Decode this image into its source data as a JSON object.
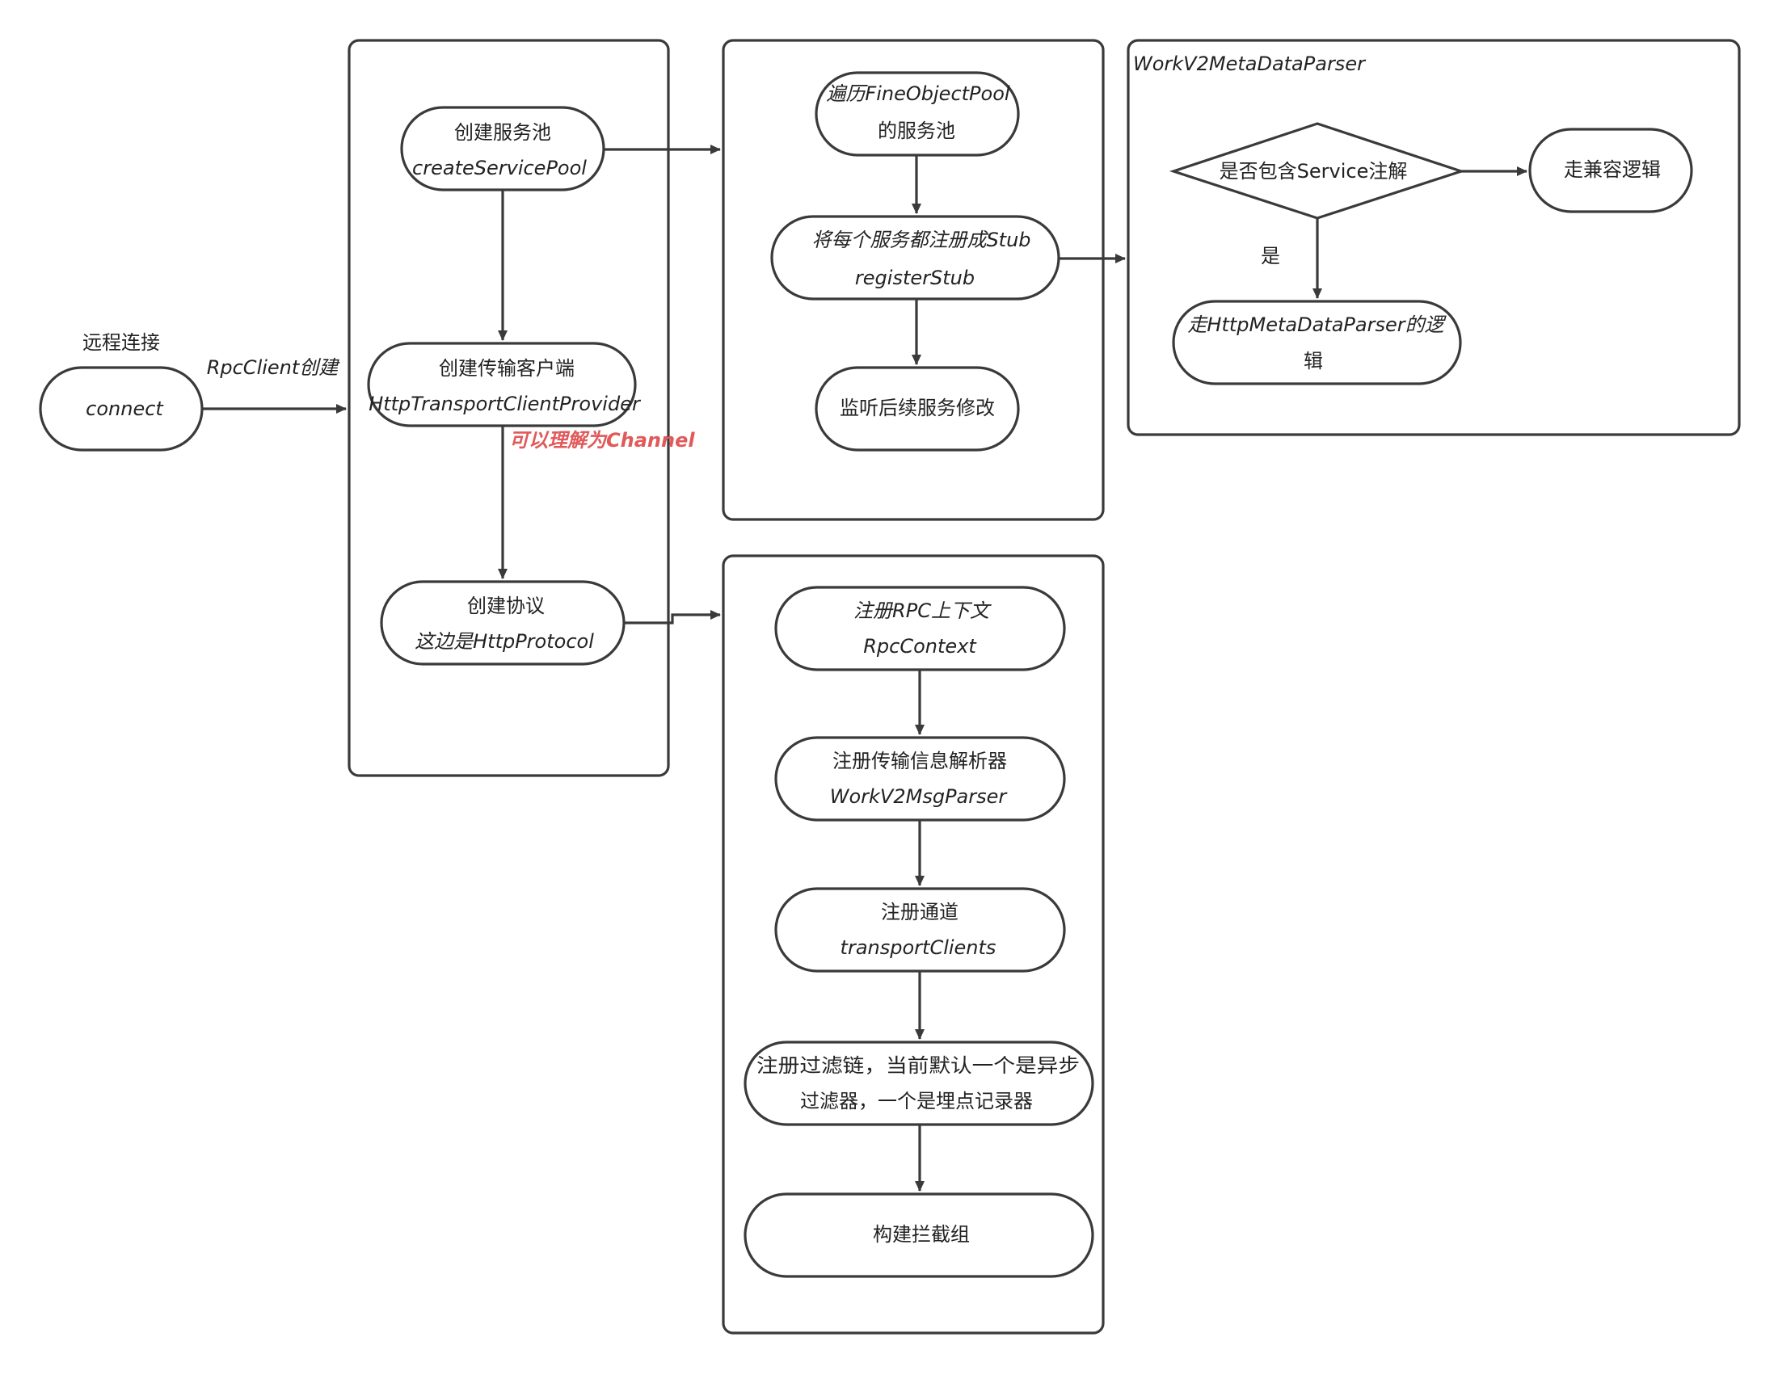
{
  "nodes": {
    "connect": {
      "label": "connect"
    },
    "create_service_pool": {
      "line1": "创建服务池",
      "line2": "createServicePool"
    },
    "create_transport_client": {
      "line1": "创建传输客户端",
      "line2": "HttpTransportClientProvider"
    },
    "create_protocol": {
      "line1": "创建协议",
      "line2": "这边是HttpProtocol"
    },
    "iterate_pool": {
      "line1": "遍历FineObjectPool",
      "line2": "的服务池"
    },
    "register_stub": {
      "line1": "将每个服务都注册成Stub",
      "line2": "registerStub"
    },
    "listen_changes": {
      "label": "监听后续服务修改"
    },
    "register_rpc_context": {
      "line1": "注册RPC上下文",
      "line2": "RpcContext"
    },
    "register_msg_parser": {
      "line1": "注册传输信息解析器",
      "line2": "WorkV2MsgParser"
    },
    "register_channel": {
      "line1": "注册通道",
      "line2": "transportClients"
    },
    "register_filter_chain": {
      "line1": "注册过滤链，当前默认一个是异步",
      "line2": "过滤器，一个是埋点记录器"
    },
    "build_interceptors": {
      "label": "构建拦截组"
    },
    "contains_service_annotation": {
      "label": "是否包含Service注解"
    },
    "compat_logic": {
      "label": "走兼容逻辑"
    },
    "http_meta_parser_logic": {
      "line1": "走HttpMetaDataParser的逻",
      "line2": "辑"
    }
  },
  "labels": {
    "remote_connect": "远程连接",
    "rpc_client_create": "RpcClient创建",
    "channel_note": "可以理解为Channel",
    "yes_branch": "是"
  },
  "groups": {
    "metadata_parser_title": "WorkV2MetaDataParser"
  },
  "colors": {
    "stroke": "#3a3a3a",
    "note": "#e05a5a",
    "background": "#ffffff"
  }
}
